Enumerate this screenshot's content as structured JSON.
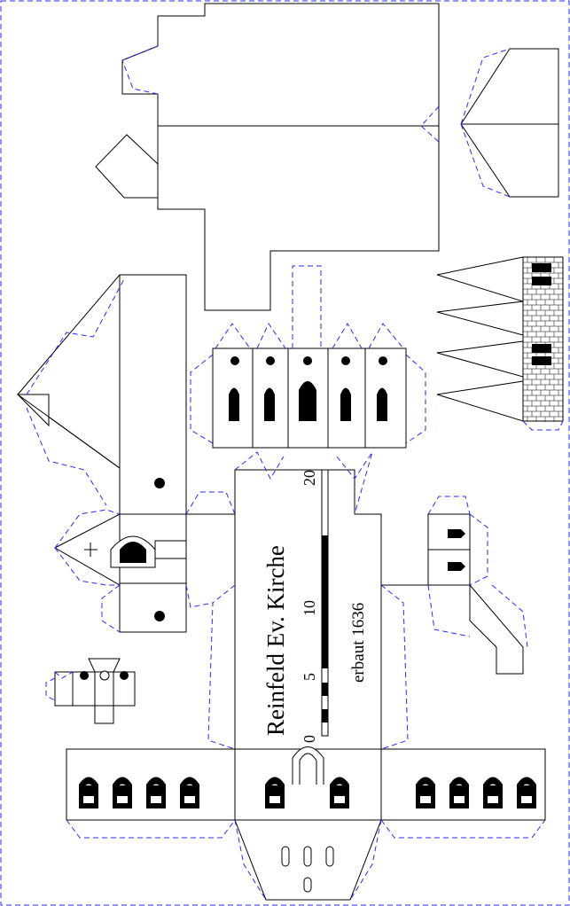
{
  "model": {
    "title": "Reinfeld Ev. Kirche",
    "subtitle": "erbaut  1636"
  },
  "scale_bar": {
    "labels": [
      "0",
      "5",
      "10",
      "20"
    ]
  },
  "colors": {
    "cut_line": "#000000",
    "glue_tab": "#2a2aff",
    "background": "#ffffff"
  },
  "icons": {
    "cross": "cross-icon",
    "window": "arched-window-icon"
  }
}
